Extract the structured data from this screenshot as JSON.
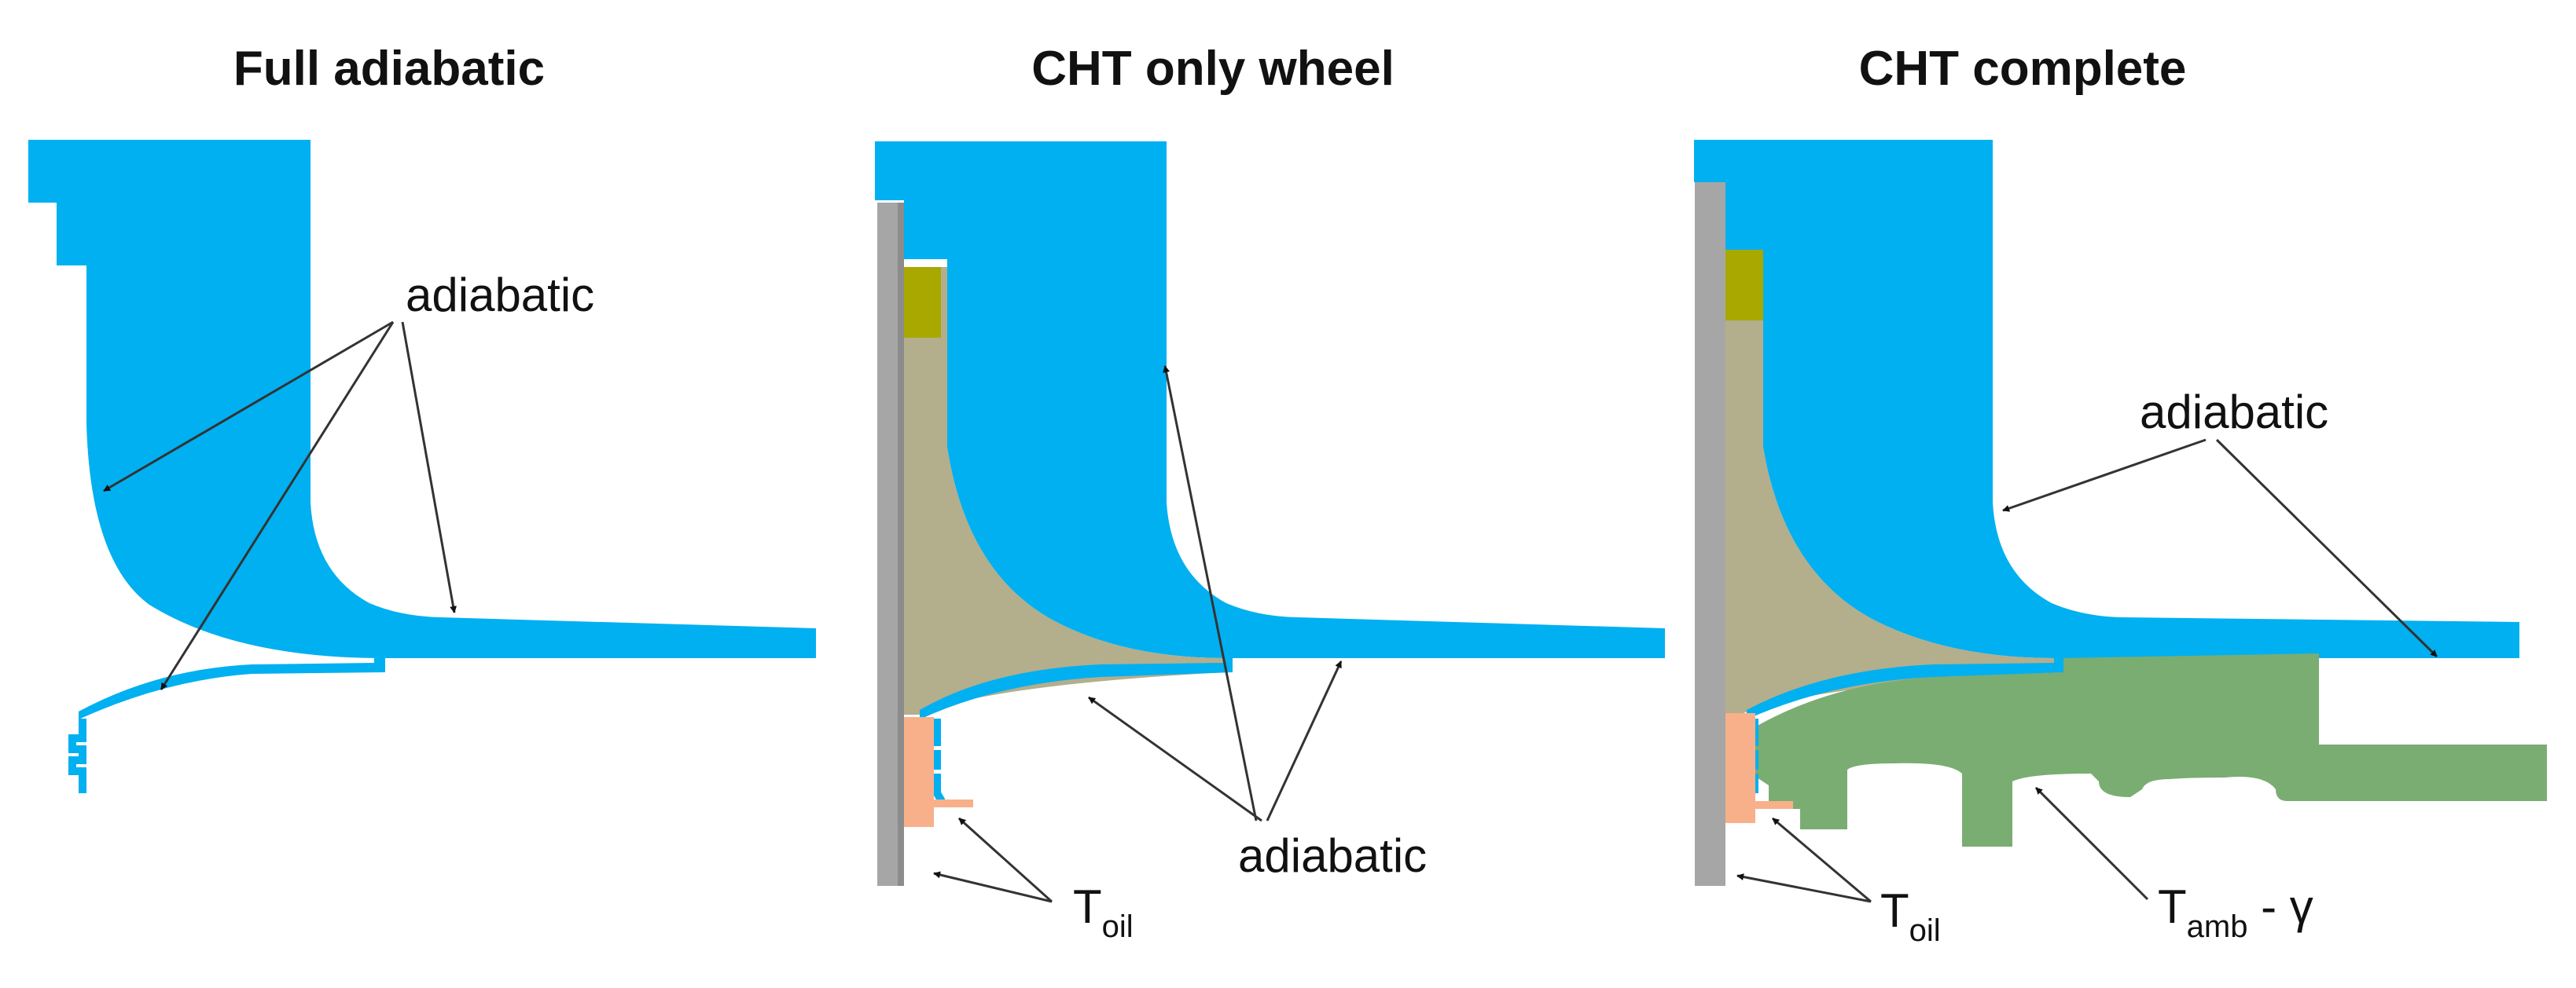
{
  "colors": {
    "fluid": "#00b0f0",
    "wheel": "#b3ae8c",
    "hub": "#a8a800",
    "shaft": "#a6a6a6",
    "shaft_dark": "#8c8c8c",
    "seal": "#f8b08a",
    "housing": "#7aad72",
    "arrow": "#333333",
    "text": "#111111"
  },
  "panels": [
    {
      "title": "Full adiabatic",
      "label": "adiabatic"
    },
    {
      "title": "CHT only wheel",
      "label": "adiabatic",
      "oil": {
        "base": "T",
        "sub": "oil"
      }
    },
    {
      "title": "CHT complete",
      "label": "adiabatic",
      "oil": {
        "base": "T",
        "sub": "oil"
      },
      "amb": {
        "base": "T",
        "sub": "amb",
        "suffix": " - γ"
      }
    }
  ]
}
